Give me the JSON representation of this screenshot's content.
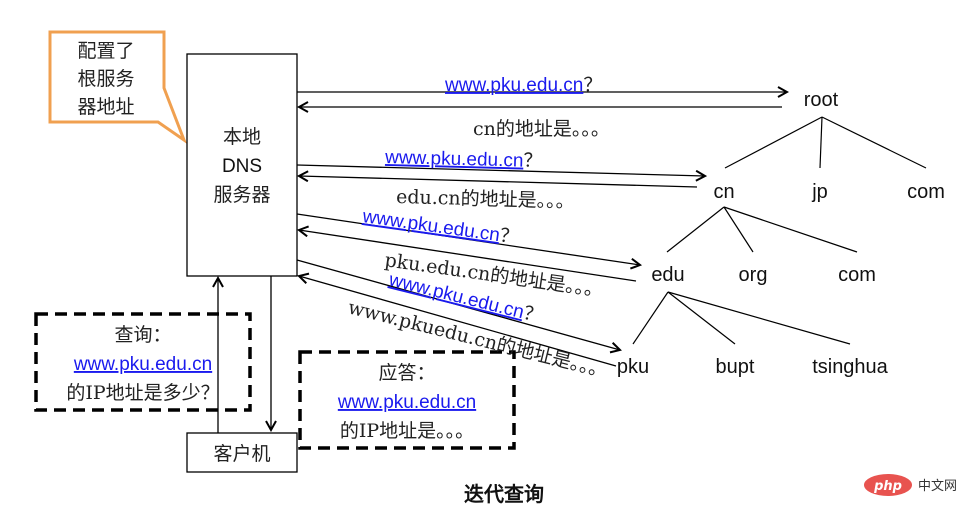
{
  "callout": {
    "lines": [
      "配置了",
      "根服务",
      "器地址"
    ],
    "border_color": "#f0a050"
  },
  "local_dns": {
    "lines": [
      "本地",
      "DNS",
      "服务器"
    ]
  },
  "client": {
    "label": "客户机"
  },
  "query_box": {
    "title": "查询：",
    "link": "www.pku.edu.cn",
    "tail": "的IP地址是多少？"
  },
  "answer_box": {
    "title": "应答：",
    "link": "www.pku.edu.cn",
    "tail": "的IP地址是。。。"
  },
  "messages": [
    {
      "link": "www.pku.edu.cn",
      "suffix": "？"
    },
    {
      "text": "cn的地址是。。。"
    },
    {
      "link": "www.pku.edu.cn",
      "suffix": "？"
    },
    {
      "text": "edu.cn的地址是。。。"
    },
    {
      "link": "www.pku.edu.cn",
      "suffix": "？"
    },
    {
      "text": "pku.edu.cn的地址是。。。"
    },
    {
      "link": "www.pku.edu.cn",
      "suffix": "？"
    },
    {
      "text": "www.pkuedu.cn的地址是。。。"
    }
  ],
  "tree": {
    "root": "root",
    "level1": [
      "cn",
      "jp",
      "com"
    ],
    "level2": [
      "edu",
      "org",
      "com"
    ],
    "level3": [
      "pku",
      "bupt",
      "tsinghua"
    ]
  },
  "caption": "迭代查询",
  "watermark": {
    "badge": "php",
    "text": "中文网",
    "badge_color": "#e8534f"
  },
  "colors": {
    "link": "#1a1aee",
    "callout": "#f0a050"
  }
}
